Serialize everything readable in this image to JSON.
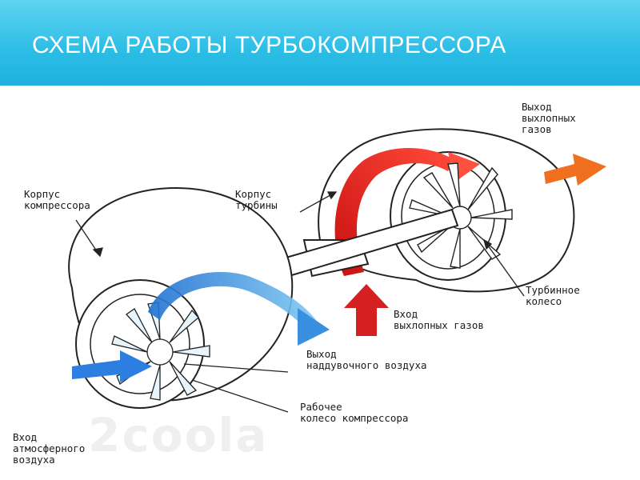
{
  "title": "СХЕМА РАБОТЫ ТУРБОКОМПРЕССОРА",
  "labels": {
    "compressor_housing": "Корпус\nкомпрессора",
    "turbine_housing": "Корпус\nтурбины",
    "exhaust_out": "Выход\nвыхлопных\nгазов",
    "turbine_wheel": "Турбинное\nколесо",
    "exhaust_in": "Вход\nвыхлопных газов",
    "boost_air_out": "Выход\nнаддувочного воздуха",
    "compressor_wheel": "Рабочее\nколесо компрессора",
    "air_in": "Вход\nатмосферного\nвоздуха"
  },
  "watermark": "2coola",
  "colors": {
    "header": "#2cbde6",
    "cold_air": "#3aa0e6",
    "hot_gas": "#e02020",
    "exhaust_arrow": "#f07020"
  }
}
